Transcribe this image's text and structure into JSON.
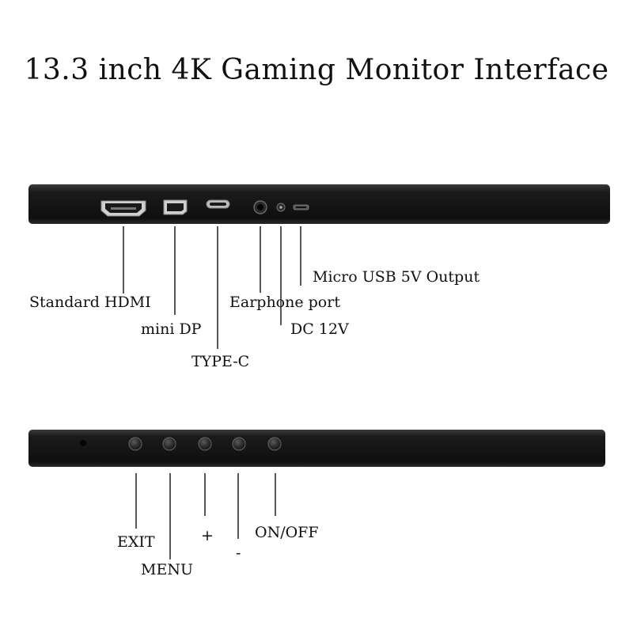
{
  "title": "13.3 inch 4K Gaming Monitor Interface",
  "colors": {
    "panel": "#141414",
    "panel_highlight": "#3a3a3a",
    "leader_line": "#111111",
    "port": "#bbbbbb"
  },
  "side_ports": {
    "labels": {
      "hdmi": "Standard HDMI",
      "mini_dp": "mini DP",
      "type_c": "TYPE-C",
      "earphone": "Earphone port",
      "dc": "DC 12V",
      "micro_usb": "Micro USB 5V Output"
    }
  },
  "side_buttons": {
    "labels": {
      "exit": "EXIT",
      "menu": "MENU",
      "plus": "+",
      "minus": "-",
      "power": "ON/OFF"
    }
  }
}
